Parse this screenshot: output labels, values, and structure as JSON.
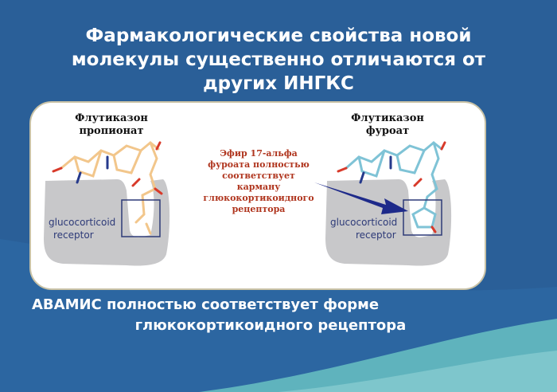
{
  "slide": {
    "title": "Фармакологические свойства новой молекулы существенно отличаются от других ИНГКС",
    "colors": {
      "background": "#2a5f98",
      "wave": "#5fb3bd",
      "accent_text": "#b0361f"
    }
  },
  "diagram": {
    "left_molecule": {
      "title_line1": "Флутиказон",
      "title_line2": "пропионат",
      "receptor_line1": "glucocorticoid",
      "receptor_line2": "receptor",
      "color": "#f2c68b"
    },
    "right_molecule": {
      "title_line1": "Флутиказон",
      "title_line2": "фуроат",
      "receptor_line1": "glucocorticoid",
      "receptor_line2": "receptor",
      "color": "#7fc3d6"
    },
    "note_lines": [
      "Эфир 17-альфа",
      "фуроата полностью",
      "соответствует карману",
      "глюкокортикоидного",
      "рецептора"
    ]
  },
  "footer": {
    "line1": "АВАМИС полностью соответствует форме",
    "line2": "глюкокортикоидного рецептора"
  }
}
